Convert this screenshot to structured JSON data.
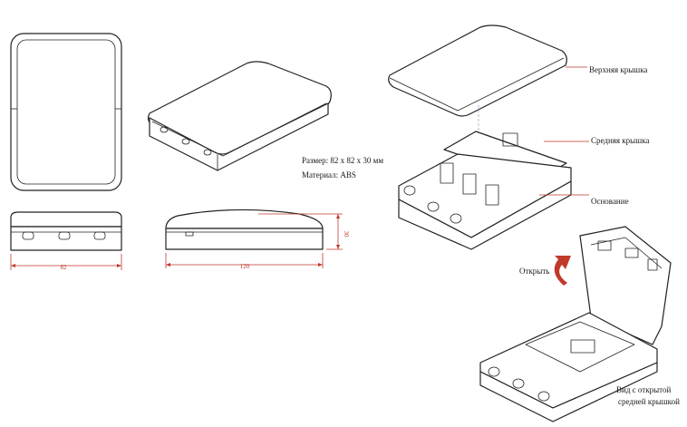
{
  "spec": {
    "size": "Размер: 82 x 82 x 30 мм",
    "material": "Материал: ABS"
  },
  "dimensions": {
    "width_front": "82",
    "length_side": "120",
    "height_side": "30"
  },
  "callouts": {
    "top_cover": "Верхняя крышка",
    "middle_cover": "Средняя крышка",
    "base": "Основание",
    "open": "Открыть",
    "open_view_line1": "Вид с открытой",
    "open_view_line2": "средней крышкой"
  },
  "colors": {
    "line": "#222222",
    "dimension": "#c0392b",
    "arrow": "#c0392b"
  }
}
